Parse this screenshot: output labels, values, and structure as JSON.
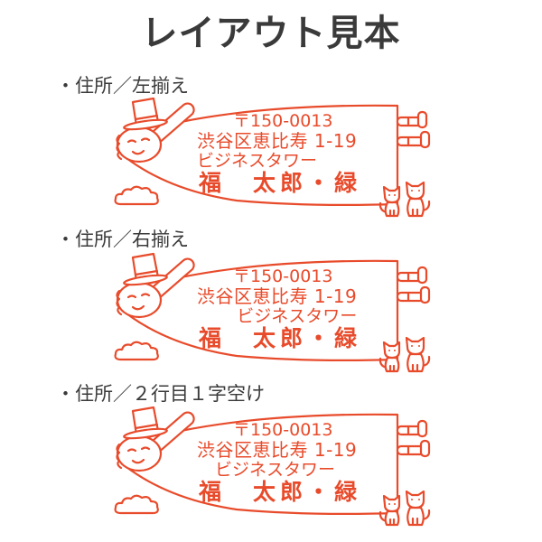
{
  "page": {
    "title": "レイアウト見本"
  },
  "colors": {
    "stamp": "#e84b2b",
    "ink": "#3a3a3a",
    "background": "#ffffff"
  },
  "icons": {
    "figure": "top-hat-flying-man-icon",
    "cloud": "cloud-icon",
    "pets": "cats-icon"
  },
  "samples": [
    {
      "label": "・住所／左揃え",
      "postal": "〒150-0013",
      "address": "渋谷区恵比寿 1-19",
      "building": "ビジネスタワー",
      "name": "福　太郎・緑"
    },
    {
      "label": "・住所／右揃え",
      "postal": "〒150-0013",
      "address": "渋谷区恵比寿 1-19",
      "building": "ビジネスタワー",
      "name": "福　太郎・緑"
    },
    {
      "label": "・住所／２行目１字空け",
      "postal": "〒150-0013",
      "address": "渋谷区恵比寿 1-19",
      "building": "ビジネスタワー",
      "name": "福　太郎・緑"
    }
  ]
}
